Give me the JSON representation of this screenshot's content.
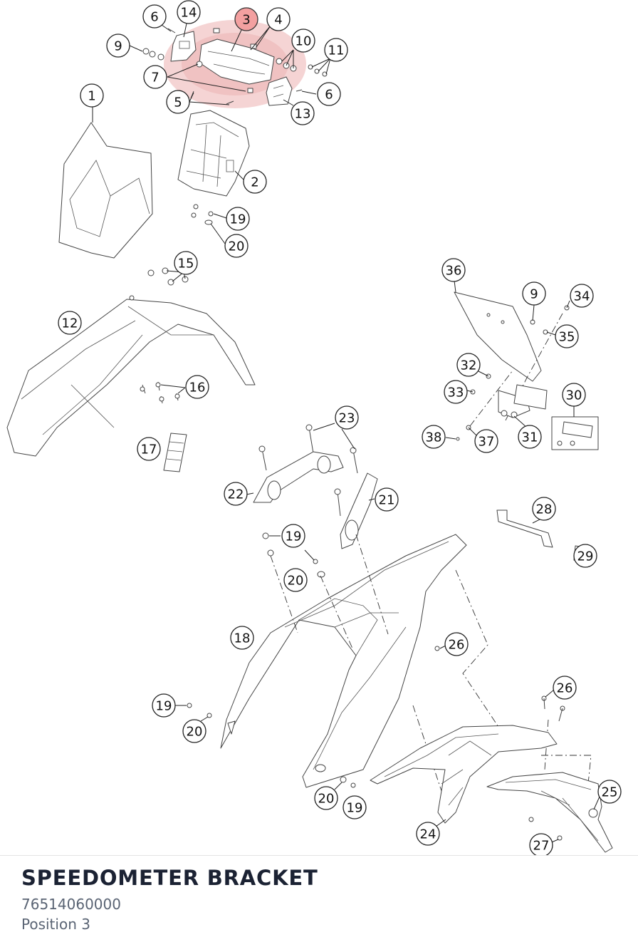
{
  "diagram": {
    "highlight_color": "#e9a0a0",
    "callouts": [
      {
        "label": "6"
      },
      {
        "label": "14"
      },
      {
        "label": "3",
        "highlighted": true
      },
      {
        "label": "4"
      },
      {
        "label": "9"
      },
      {
        "label": "10"
      },
      {
        "label": "11"
      },
      {
        "label": "7"
      },
      {
        "label": "6"
      },
      {
        "label": "5"
      },
      {
        "label": "13"
      },
      {
        "label": "1"
      },
      {
        "label": "2"
      },
      {
        "label": "19"
      },
      {
        "label": "20"
      },
      {
        "label": "15"
      },
      {
        "label": "12"
      },
      {
        "label": "16"
      },
      {
        "label": "17"
      },
      {
        "label": "36"
      },
      {
        "label": "9"
      },
      {
        "label": "34"
      },
      {
        "label": "35"
      },
      {
        "label": "32"
      },
      {
        "label": "33"
      },
      {
        "label": "30"
      },
      {
        "label": "38"
      },
      {
        "label": "37"
      },
      {
        "label": "31"
      },
      {
        "label": "23"
      },
      {
        "label": "22"
      },
      {
        "label": "21"
      },
      {
        "label": "28"
      },
      {
        "label": "29"
      },
      {
        "label": "19"
      },
      {
        "label": "20"
      },
      {
        "label": "18"
      },
      {
        "label": "26"
      },
      {
        "label": "19"
      },
      {
        "label": "20"
      },
      {
        "label": "26"
      },
      {
        "label": "25"
      },
      {
        "label": "20"
      },
      {
        "label": "19"
      },
      {
        "label": "24"
      },
      {
        "label": "27"
      }
    ]
  },
  "part": {
    "title": "SPEEDOMETER BRACKET",
    "number": "76514060000",
    "position": "Position 3"
  }
}
